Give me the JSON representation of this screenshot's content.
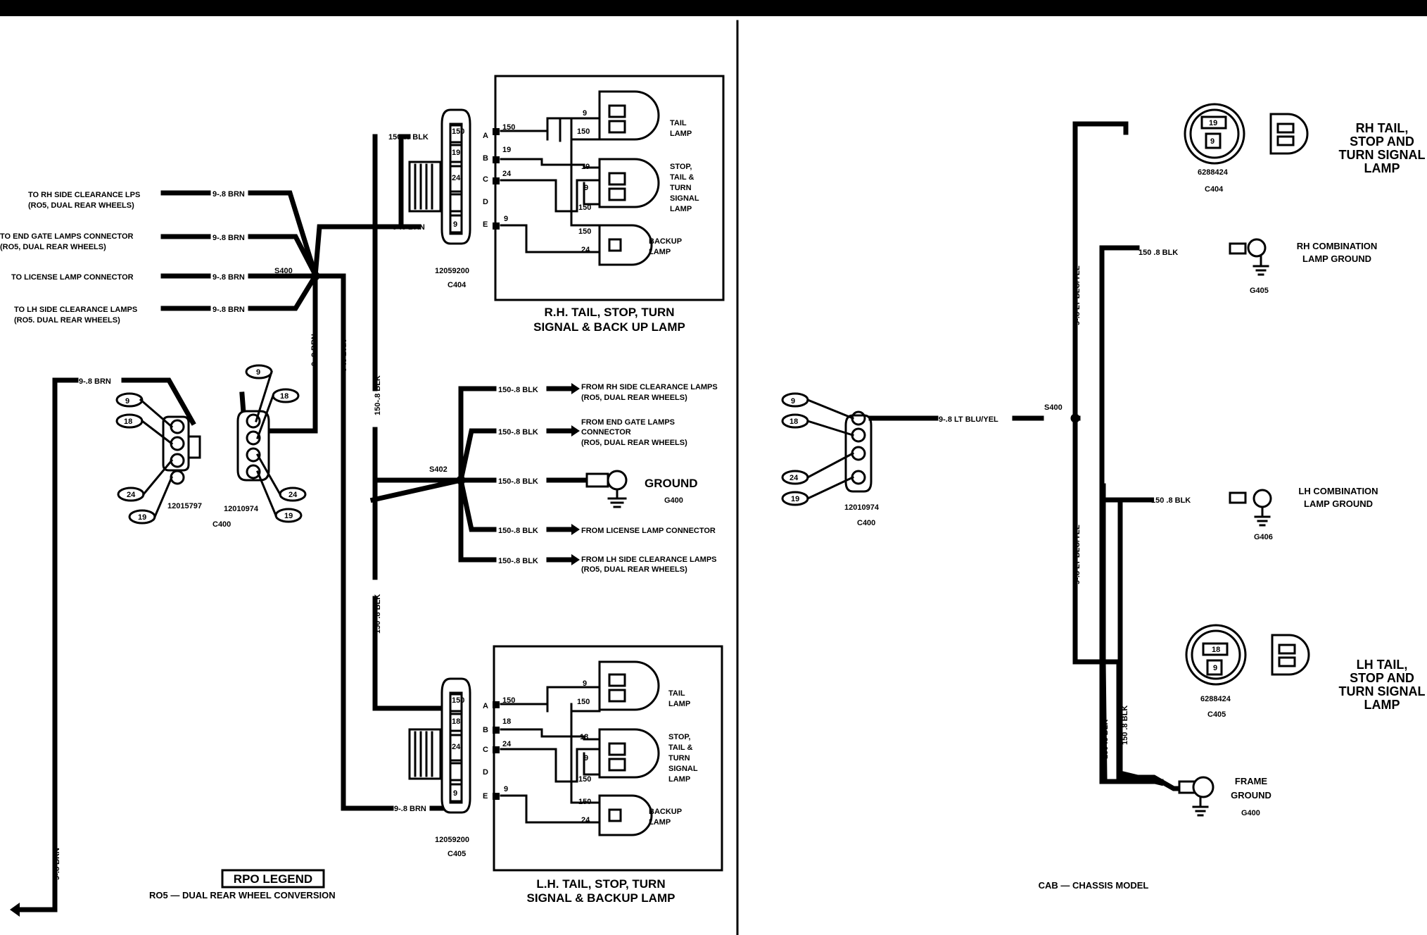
{
  "left": {
    "rh_side_lps": "TO RH SIDE CLEARANCE LPS",
    "rh_side_lps_sub": "(RO5, DUAL REAR WHEELS)",
    "end_gate": "TO END GATE LAMPS CONNECTOR",
    "end_gate_sub": "(RO5, DUAL REAR WHEELS)",
    "license": "TO LICENSE LAMP CONNECTOR",
    "lh_side": "TO LH SIDE CLEARANCE LAMPS",
    "lh_side_sub": "(RO5. DUAL REAR WHEELS)",
    "brn_a": "9-.8 BRN",
    "brn_b": "9-.8 BRN",
    "brn_c": "9-.8 BRN",
    "brn_d": "9-.8 BRN",
    "brn_e": "9-.8 BRN",
    "brn_vert1": "9-.8 BRN",
    "brn_vert2": "9-.8 BRN",
    "brn_down": "9-.8 BRN",
    "brn_c404": "9-.8 BRN",
    "brn_c405": "9-.8 BRN",
    "blk_vert1": "150-.8 BLK",
    "blk_vert2": "150 .8 BLK",
    "blk_c404": "150-.8 BLK",
    "s400": "S400",
    "s402": "S402",
    "pin_9a": "9",
    "pin_18a": "18",
    "pin_24a": "24",
    "pin_19a": "19",
    "pin_9b": "9",
    "pin_18b": "18",
    "pin_24b": "24",
    "pin_19b": "19",
    "part_12015797": "12015797",
    "part_12010974": "12010974",
    "c400": "C400"
  },
  "rh_lamp": {
    "c404_part": "12059200",
    "c404": "C404",
    "pin_a": "A",
    "pin_b": "B",
    "pin_c": "C",
    "pin_d": "D",
    "pin_e": "E",
    "w150": "150",
    "w19": "19",
    "w24": "24",
    "w9": "9",
    "tail_w9": "9",
    "tail_w150": "150",
    "stop_w19": "19",
    "stop_w9": "9",
    "stop_w150": "150",
    "back_w150": "150",
    "back_w24": "24",
    "cav1": "150",
    "cav2": "19",
    "cav3": "24",
    "cav4": "9",
    "tail": [
      "TAIL",
      "LAMP"
    ],
    "stop": [
      "STOP,",
      "TAIL &",
      "TURN",
      "SIGNAL",
      "LAMP"
    ],
    "backup": [
      "BACKUP",
      "LAMP"
    ],
    "caption1": "R.H. TAIL, STOP, TURN",
    "caption2": "SIGNAL & BACK UP LAMP"
  },
  "s402_block": {
    "w1": "150-.8 BLK",
    "w2": "150-.8 BLK",
    "w3": "150-.8 BLK",
    "w4": "150-.8 BLK",
    "w5": "150-.8 BLK",
    "from_rh": "FROM RH SIDE CLEARANCE LAMPS",
    "from_rh_sub": "(RO5, DUAL REAR WHEELS)",
    "from_end1": "FROM END GATE LAMPS",
    "from_end2": "CONNECTOR",
    "from_end3": "(RO5, DUAL REAR WHEELS)",
    "ground": "GROUND",
    "g400": "G400",
    "from_lic": "FROM LICENSE LAMP CONNECTOR",
    "from_lh": "FROM LH SIDE CLEARANCE LAMPS",
    "from_lh_sub": "(RO5, DUAL REAR WHEELS)"
  },
  "lh_lamp": {
    "c405_part": "12059200",
    "c405": "C405",
    "pin_a": "A",
    "pin_b": "B",
    "pin_c": "C",
    "pin_d": "D",
    "pin_e": "E",
    "w150": "150",
    "w18": "18",
    "w24": "24",
    "w9": "9",
    "tail_w9": "9",
    "tail_w150": "150",
    "stop_w18": "18",
    "stop_w9": "9",
    "stop_w150": "150",
    "back_w150": "150",
    "back_w24": "24",
    "cav1": "150",
    "cav2": "18",
    "cav3": "24",
    "cav4": "9",
    "tail": [
      "TAIL",
      "LAMP"
    ],
    "stop": [
      "STOP,",
      "TAIL &",
      "TURN",
      "SIGNAL",
      "LAMP"
    ],
    "backup": [
      "BACKUP",
      "LAMP"
    ],
    "caption1": "L.H. TAIL, STOP, TURN",
    "caption2": "SIGNAL & BACKUP LAMP"
  },
  "legend": {
    "title": "RPO LEGEND",
    "text": "RO5 — DUAL REAR WHEEL CONVERSION"
  },
  "right": {
    "pin_9": "9",
    "pin_18": "18",
    "pin_24": "24",
    "pin_19": "19",
    "part": "12010974",
    "c400": "C400",
    "lt_blu": "9-.8 LT BLU/YEL",
    "s400": "S400",
    "lt_vert1": "9-.8 LT BLU/YEL",
    "lt_vert2": "9-.8 LT BLU/YEL",
    "rh_num": "19",
    "rh_pin": "9",
    "rh_part": "6288424",
    "c404": "C404",
    "rh_title": [
      "RH TAIL,",
      "STOP AND",
      "TURN SIGNAL",
      "LAMP"
    ],
    "rh_gnd_wire": "150 .8 BLK",
    "rh_gnd": [
      "RH COMBINATION",
      "LAMP GROUND"
    ],
    "g405": "G405",
    "lh_gnd_wire": "150 .8 BLK",
    "lh_gnd": [
      "LH COMBINATION",
      "LAMP GROUND"
    ],
    "g406": "G406",
    "lh_num": "18",
    "lh_pin": "9",
    "lh_part": "6288424",
    "c405": "C405",
    "lh_title": [
      "LH TAIL,",
      "STOP AND",
      "TURN SIGNAL",
      "LAMP"
    ],
    "blk_v1": "150 .8 BLK",
    "blk_v2": "150 .8 BLK",
    "frame": [
      "FRAME",
      "GROUND"
    ],
    "g400": "G400",
    "caption": "CAB — CHASSIS MODEL"
  }
}
